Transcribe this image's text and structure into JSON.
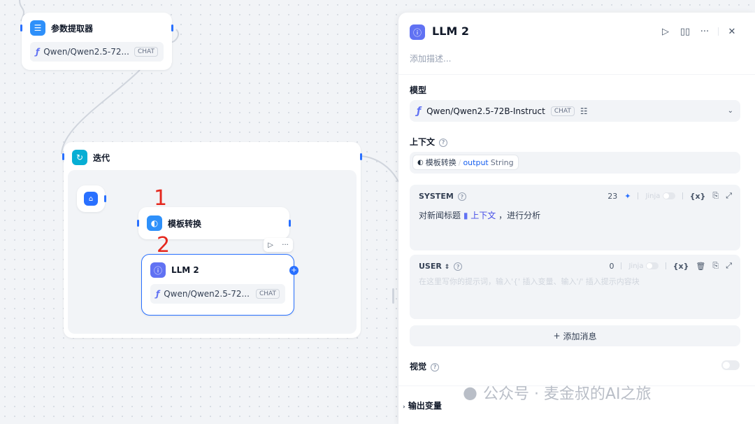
{
  "canvas": {
    "param_node": {
      "title": "参数提取器",
      "model": "Qwen/Qwen2.5-72...",
      "badge": "CHAT"
    },
    "iteration_node": {
      "title": "迭代"
    },
    "template_node": {
      "title": "模板转换"
    },
    "llm_node": {
      "title": "LLM 2",
      "model": "Qwen/Qwen2.5-72...",
      "badge": "CHAT"
    },
    "annotations": [
      "1",
      "2"
    ]
  },
  "panel": {
    "title": "LLM 2",
    "description_placeholder": "添加描述...",
    "model_label": "模型",
    "model_value": "Qwen/Qwen2.5-72B-Instruct",
    "model_badge": "CHAT",
    "context_label": "上下文",
    "context_chip": {
      "node": "模板转换",
      "sep": "/",
      "var": "output",
      "type": "String"
    },
    "system": {
      "label": "SYSTEM",
      "count": "23",
      "jinja": "Jinja",
      "var_btn": "{x}",
      "text_before": "对新闻标题",
      "var_text": "上下文",
      "text_after": "，进行分析"
    },
    "user": {
      "label": "USER",
      "count": "0",
      "jinja": "Jinja",
      "var_btn": "{x}",
      "placeholder": "在这里写你的提示词，输入'{' 插入变量、输入'/' 插入提示内容块"
    },
    "add_message": "添加消息",
    "vision_label": "视觉",
    "output_label": "输出变量"
  },
  "watermark": "公众号 · 麦金叔的AI之旅",
  "colors": {
    "accent": "#2970ff",
    "llm_icon": "#6172f3",
    "template_icon": "#2e90fa",
    "iter_icon": "#06aed4",
    "annotation": "#e5281e"
  }
}
